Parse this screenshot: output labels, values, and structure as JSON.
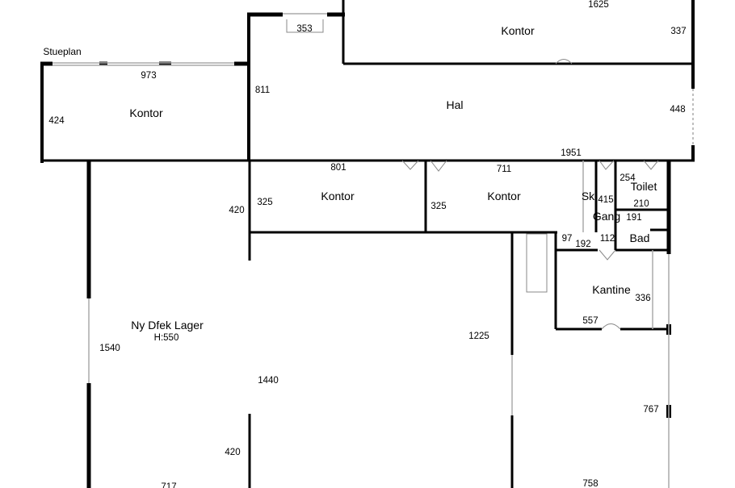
{
  "title": "Stueplan",
  "rooms": {
    "kontor_top": "Kontor",
    "kontor_left": "Kontor",
    "hal": "Hal",
    "kontor_mid1": "Kontor",
    "kontor_mid2": "Kontor",
    "sk": "Sk",
    "toilet": "Toilet",
    "gang": "Gang",
    "bad": "Bad",
    "kantine": "Kantine",
    "lager": "Ny Dfek Lager",
    "lager_height": "H:550"
  },
  "dimensions": {
    "d1625": "1625",
    "d337": "337",
    "d353": "353",
    "d973": "973",
    "d424": "424",
    "d811": "811",
    "d448": "448",
    "d1951": "1951",
    "d801": "801",
    "d711": "711",
    "d325a": "325",
    "d325b": "325",
    "d420a": "420",
    "d254": "254",
    "d415": "415",
    "d210": "210",
    "d191": "191",
    "d97": "97",
    "d192": "192",
    "d112": "112",
    "d336": "336",
    "d557": "557",
    "d1540": "1540",
    "d1225": "1225",
    "d1440": "1440",
    "d767": "767",
    "d420b": "420",
    "d717": "717",
    "d758": "758"
  },
  "colors": {
    "wall": "#000000",
    "window": "#aaaaaa"
  }
}
